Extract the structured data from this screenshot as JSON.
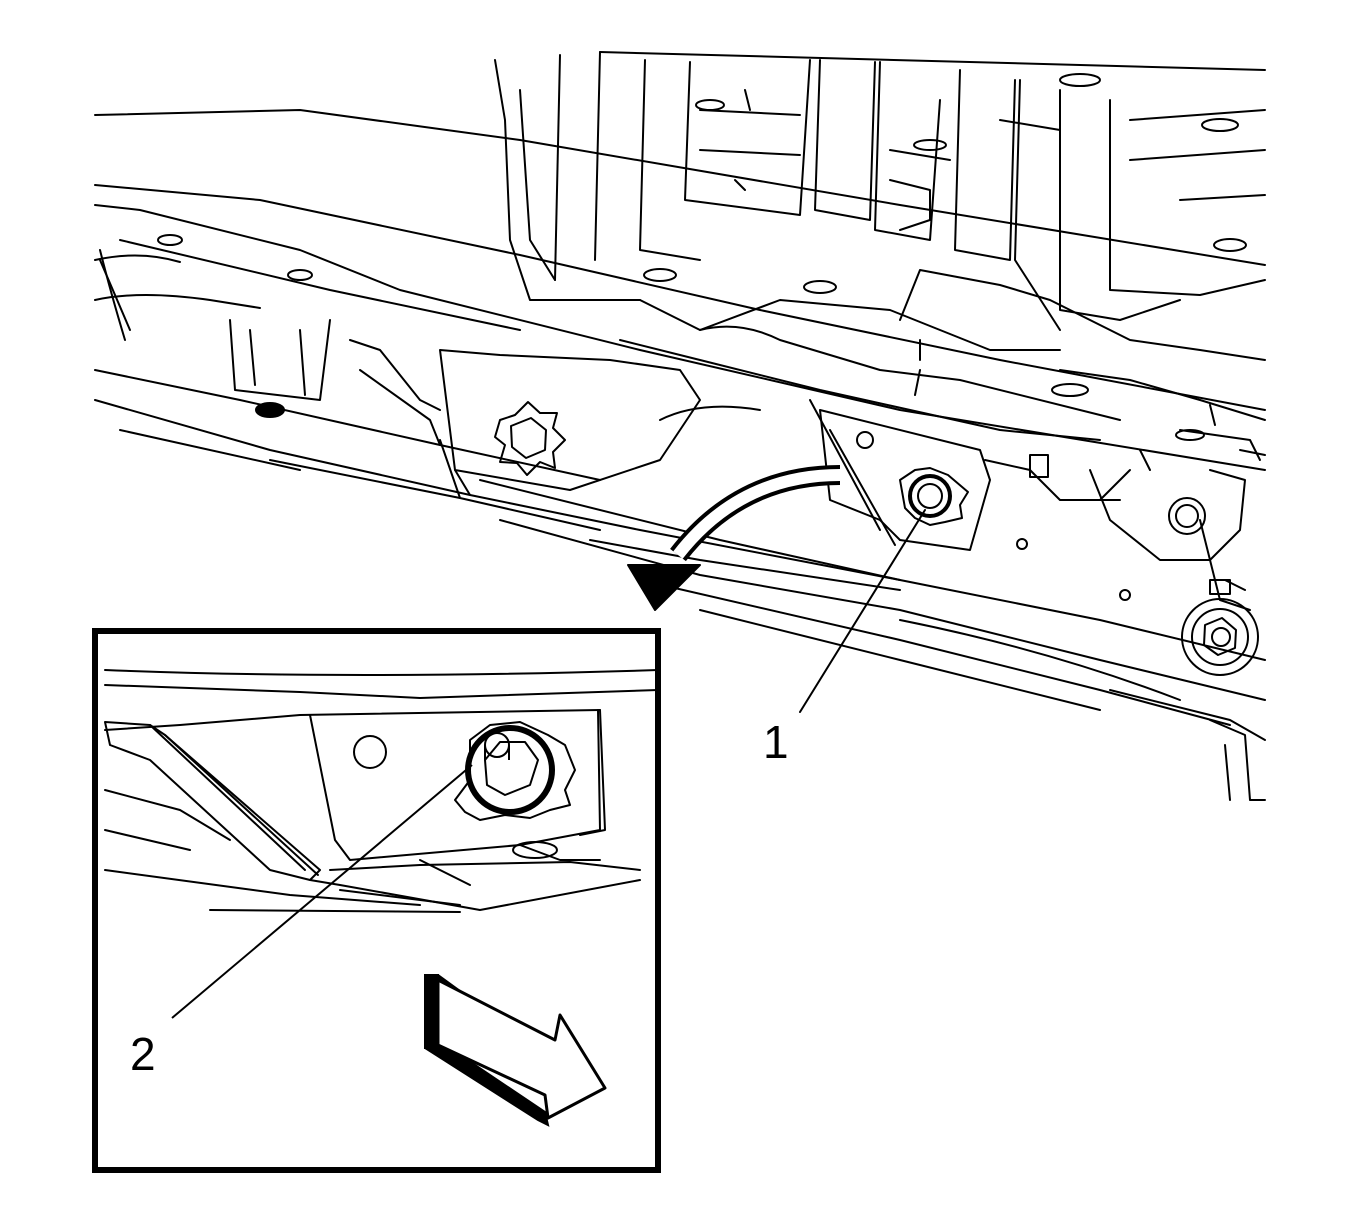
{
  "diagram": {
    "callouts": [
      {
        "id": "1",
        "label": "1"
      },
      {
        "id": "2",
        "label": "2"
      }
    ],
    "colors": {
      "ink": "#000000",
      "paper": "#ffffff",
      "shade": "#222222"
    },
    "icons": [
      "curved-arrow-icon",
      "direction-arrow-icon",
      "nut-icon"
    ]
  }
}
